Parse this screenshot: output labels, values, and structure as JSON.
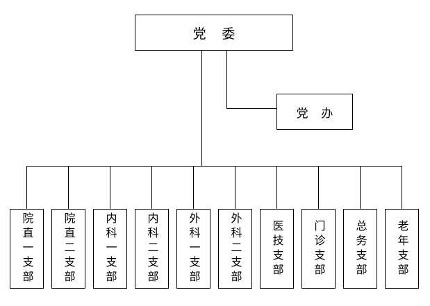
{
  "root": {
    "label": "党委"
  },
  "office": {
    "label": "党办"
  },
  "branches": [
    {
      "label": "院直一支部"
    },
    {
      "label": "院直二支部"
    },
    {
      "label": "内科一支部"
    },
    {
      "label": "内科二支部"
    },
    {
      "label": "外科一支部"
    },
    {
      "label": "外科二支部"
    },
    {
      "label": "医技支部"
    },
    {
      "label": "门诊支部"
    },
    {
      "label": "总务支部"
    },
    {
      "label": "老年支部"
    }
  ]
}
